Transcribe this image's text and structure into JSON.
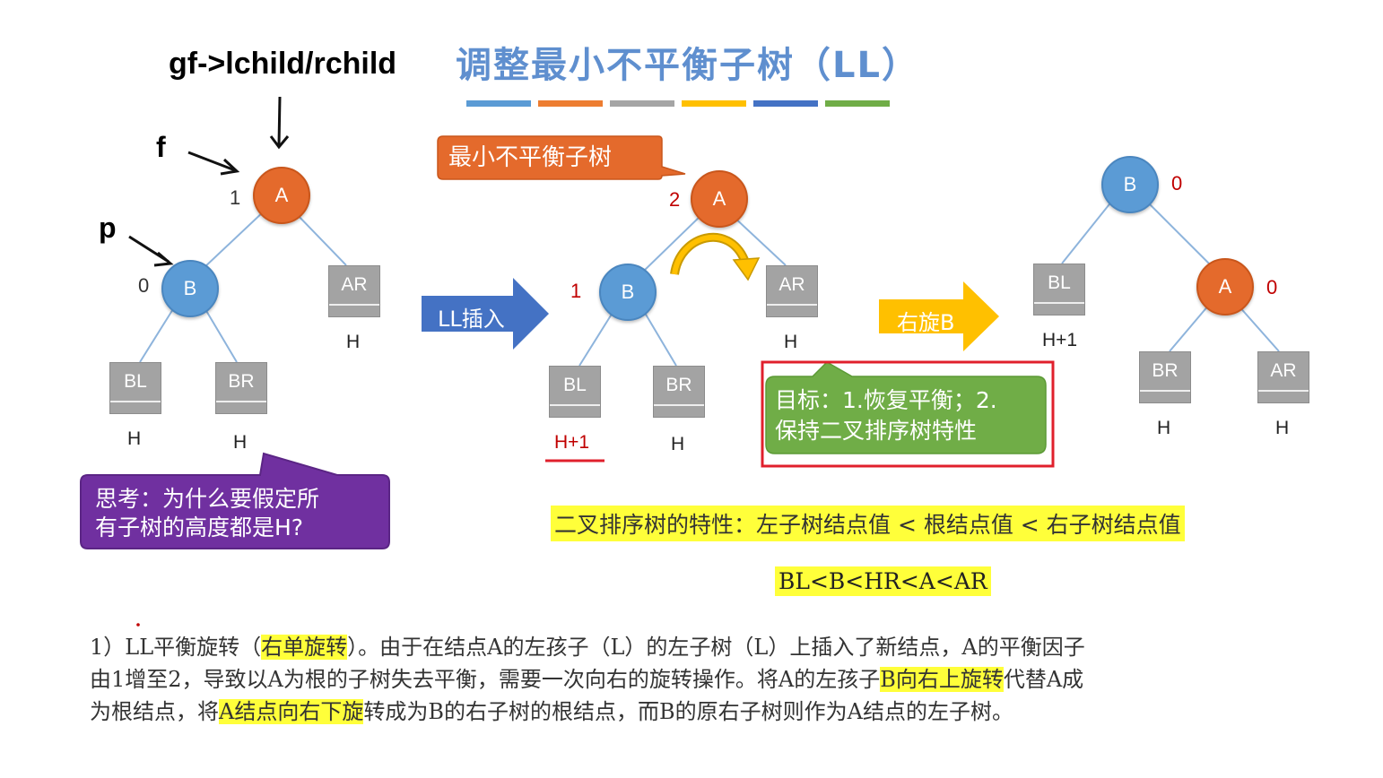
{
  "title": "调整最小不平衡子树（LL）",
  "handwritten": {
    "gf_label": "gf->lchild/rchild",
    "f_label": "f",
    "p_label": "p"
  },
  "tree1": {
    "A": "A",
    "B": "B",
    "BL": "BL",
    "BR": "BR",
    "AR": "AR",
    "bf_A": "1",
    "bf_B": "0",
    "h_BL": "H",
    "h_BR": "H",
    "h_AR": "H"
  },
  "tree2": {
    "callout": "最小不平衡子树",
    "A": "A",
    "B": "B",
    "BL": "BL",
    "BR": "BR",
    "AR": "AR",
    "bf_A": "2",
    "bf_B": "1",
    "h_BL": "H+1",
    "h_BR": "H",
    "h_AR": "H"
  },
  "tree3": {
    "A": "A",
    "B": "B",
    "BL": "BL",
    "BR": "BR",
    "AR": "AR",
    "bf_A": "0",
    "bf_B": "0",
    "h_BL": "H+1",
    "h_BR": "H",
    "h_AR": "H"
  },
  "arrows": {
    "ll_insert": "LL插入",
    "rotate_right": "右旋B"
  },
  "think_callout": {
    "line1": "思考：为什么要假定所",
    "line2": "有子树的高度都是H?"
  },
  "goal_callout": {
    "line1": "目标：1.恢复平衡；2.",
    "line2": "保持二叉排序树特性"
  },
  "bst_property": "二叉排序树的特性：左子树结点值 < 根结点值 < 右子树结点值",
  "formula": "BL<B<HR<A<AR",
  "explanation": {
    "l1_a": "1）LL平衡旋转（",
    "l1_hl": "右单旋转",
    "l1_b": "）。由于在结点A的左孩子（L）的左子树（L）上插入了新结点，A的平衡因子",
    "l2_a": "由1增至2，导致以A为根的子树失去平衡，需要一次向右的旋转操作。将A的左孩子",
    "l2_hl": "B向右上旋转",
    "l2_b": "代替A成",
    "l3_a": "为根结点，将",
    "l3_hl": "A结点向右下旋",
    "l3_b": "转成为B的右子树的根结点，而B的原右子树则作为A结点的左子树。"
  },
  "colors": {
    "orange_node": "#e46a2c",
    "blue_node": "#5b9bd5",
    "subtree_gray": "#a3a3a3",
    "arrow_blue": "#4472c4",
    "arrow_yellow": "#ffc000",
    "callout_green": "#70ad47",
    "callout_purple": "#7030a0",
    "highlight": "#ffff3a",
    "red_box": "#e0202c"
  }
}
